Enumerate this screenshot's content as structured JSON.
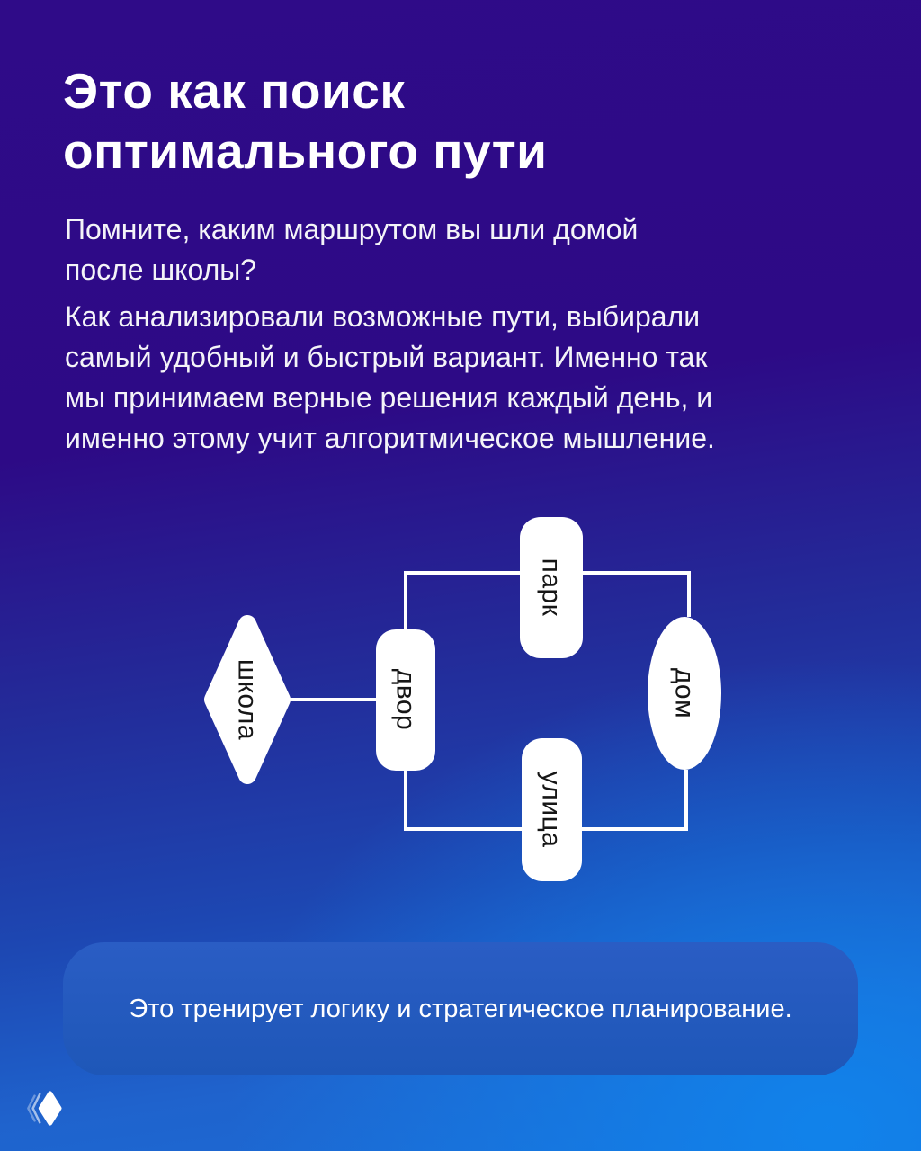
{
  "heading": "Это как поиск оптимального пути",
  "intro": {
    "question": "Помните, каким маршрутом вы шли домой после школы?",
    "body": "Как анализировали возможные пути, выбирали самый удобный и быстрый вариант. Именно так мы принимаем верные решения каждый день, и именно этому учит алгоритмическое мышление."
  },
  "diagram": {
    "nodes": {
      "school": {
        "label": "школа",
        "shape": "diamond"
      },
      "yard": {
        "label": "двор",
        "shape": "rounded-rect"
      },
      "park": {
        "label": "парк",
        "shape": "rounded-rect"
      },
      "street": {
        "label": "улица",
        "shape": "rounded-rect"
      },
      "home": {
        "label": "дом",
        "shape": "ellipse"
      }
    },
    "edges": [
      {
        "from": "школа",
        "to": "двор"
      },
      {
        "from": "двор",
        "to": "парк"
      },
      {
        "from": "парк",
        "to": "дом"
      },
      {
        "from": "двор",
        "to": "улица"
      },
      {
        "from": "улица",
        "to": "дом"
      }
    ]
  },
  "footer_panel": {
    "text": "Это тренирует логику и стратегическое планирование."
  },
  "colors": {
    "background_top": "#2e0b87",
    "background_bottom": "#1181e9",
    "node_fill": "#ffffff",
    "node_text": "#161616",
    "edge": "#ffffff",
    "panel_fill": "#2057ba",
    "text": "#ffffff"
  }
}
